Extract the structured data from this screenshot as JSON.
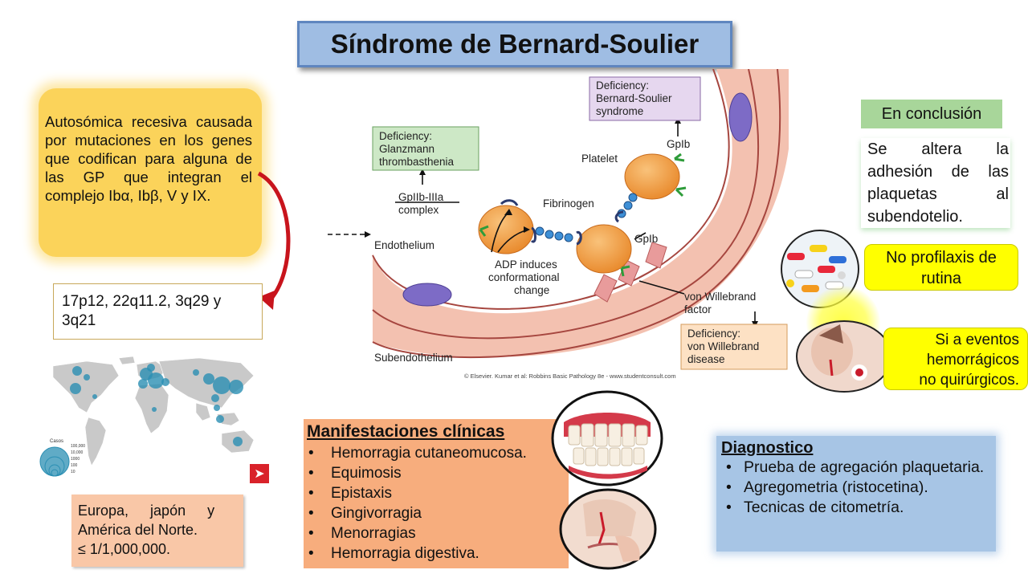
{
  "title": "Síndrome de Bernard-Soulier",
  "genetics": {
    "text": "Autosómica recesiva causada por mutaciones en los genes que codifican para alguna de las GP que integran el complejo Ibα, Ibβ, V y IX."
  },
  "loci": "17p12, 22q11.2, 3q29 y 3q21",
  "map": {
    "legend_title": "Casos",
    "legend_values": [
      "100,000",
      "10,000",
      "1000",
      "100",
      "10"
    ],
    "bubble_color": "#2b8fb3"
  },
  "epidemiology": {
    "line1": "Europa, japón y",
    "line2": "América del Norte.",
    "line3": "≤ 1/1,000,000."
  },
  "diagram": {
    "deficiency_bss": "Deficiency:\nBernard-Soulier\nsyndrome",
    "deficiency_bss_l1": "Deficiency:",
    "deficiency_bss_l2": "Bernard-Soulier",
    "deficiency_bss_l3": "syndrome",
    "deficiency_gt_l1": "Deficiency:",
    "deficiency_gt_l2": "Glanzmann",
    "deficiency_gt_l3": "thrombasthenia",
    "deficiency_vwd_l1": "Deficiency:",
    "deficiency_vwd_l2": "von Willebrand",
    "deficiency_vwd_l3": "disease",
    "gpib_top": "GpIb",
    "gpib_mid": "GpIb",
    "platelet": "Platelet",
    "fibrinogen": "Fibrinogen",
    "gpiib_l1": "GpIIb-IIIa",
    "gpiib_l2": "complex",
    "endothelium": "Endothelium",
    "subendothelium": "Subendothelium",
    "adp_l1": "ADP induces",
    "adp_l2": "conformational",
    "adp_l3": "change",
    "vwf_l1": "von Willebrand",
    "vwf_l2": "factor",
    "credit": "© Elsevier. Kumar et al: Robbins Basic Pathology 8e - www.studentconsult.com"
  },
  "conclusion": {
    "title": "En conclusión",
    "body": "Se altera la adhesión de las plaquetas al subendotelio."
  },
  "no_prophylaxis": "No profilaxis de rutina",
  "if_events": {
    "line1": "Si a eventos",
    "line2": "hemorrágicos",
    "line3": "no quirúrgicos."
  },
  "manifestations": {
    "title": "Manifestaciones clínicas",
    "items": [
      "Hemorragia cutaneomucosa.",
      "Equimosis",
      "Epistaxis",
      "Gingivorragia",
      "Menorragias",
      "Hemorragia digestiva."
    ]
  },
  "diagnostic": {
    "title": "Diagnostico",
    "items": [
      "Prueba de agregación plaquetaria.",
      "Agregometria (ristocetina).",
      "Tecnicas de citometría."
    ]
  },
  "colors": {
    "title_bg": "#9fbde3",
    "genetics_bg": "#fbd35a",
    "epi_bg": "#f9c7a7",
    "manif_bg": "#f7ad7d",
    "diag_bg": "#a7c5e5",
    "conclusion_bg": "#a8d69a",
    "highlight": "#ffff00",
    "platelet": "#f19a3a",
    "vessel": "#f3c1b0"
  }
}
